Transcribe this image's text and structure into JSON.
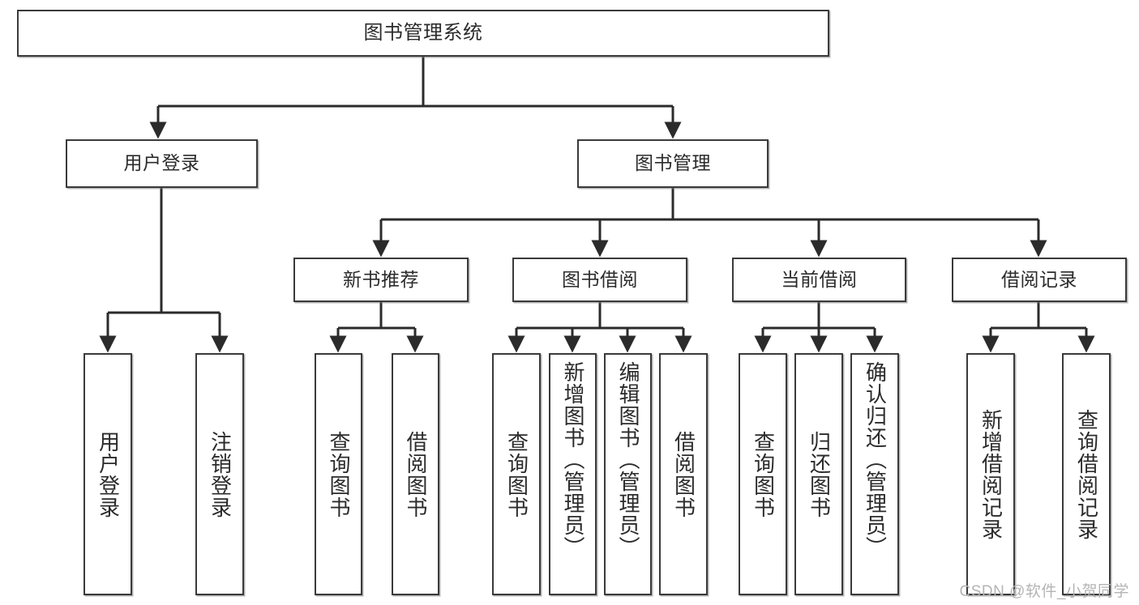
{
  "diagram": {
    "title": "图书管理系统",
    "type": "tree-hierarchy-diagram",
    "watermark": "CSDN @软件_小贺同学",
    "colors": {
      "background": "#ffffff",
      "box_border": "#3a3a3a",
      "box_fill": "#ffffff",
      "connector": "#2b2b2b",
      "text": "#2b2b2b",
      "watermark": "#b4b4b4"
    },
    "levels": {
      "root": "图书管理系统",
      "level1": [
        "用户登录",
        "图书管理"
      ],
      "level2": [
        "新书推荐",
        "图书借阅",
        "当前借阅",
        "借阅记录"
      ]
    },
    "nodes": {
      "root": {
        "label": "图书管理系统"
      },
      "user_login": {
        "label": "用户登录"
      },
      "book_manage": {
        "label": "图书管理"
      },
      "new_book_rec": {
        "label": "新书推荐"
      },
      "book_borrow": {
        "label": "图书借阅"
      },
      "current_borrow": {
        "label": "当前借阅"
      },
      "borrow_record": {
        "label": "借阅记录"
      },
      "leaf_user_login": {
        "label": "用户登录"
      },
      "leaf_logout": {
        "label": "注销登录"
      },
      "leaf_query_book_1": {
        "label": "查询图书"
      },
      "leaf_borrow_book_1": {
        "label": "借阅图书"
      },
      "leaf_query_book_2": {
        "label": "查询图书"
      },
      "leaf_add_book_admin": {
        "label": "新增图书（管理员）"
      },
      "leaf_edit_book_admin": {
        "label": "编辑图书（管理员）"
      },
      "leaf_borrow_book_2": {
        "label": "借阅图书"
      },
      "leaf_query_book_3": {
        "label": "查询图书"
      },
      "leaf_return_book": {
        "label": "归还图书"
      },
      "leaf_confirm_return_admin": {
        "label": "确认归还（管理员）"
      },
      "leaf_add_borrow_record": {
        "label": "新增借阅记录"
      },
      "leaf_query_borrow_record": {
        "label": "查询借阅记录"
      }
    },
    "edges": [
      {
        "from": "root",
        "to": "user_login"
      },
      {
        "from": "root",
        "to": "book_manage"
      },
      {
        "from": "user_login",
        "to": "leaf_user_login"
      },
      {
        "from": "user_login",
        "to": "leaf_logout"
      },
      {
        "from": "book_manage",
        "to": "new_book_rec"
      },
      {
        "from": "book_manage",
        "to": "book_borrow"
      },
      {
        "from": "book_manage",
        "to": "current_borrow"
      },
      {
        "from": "book_manage",
        "to": "borrow_record"
      },
      {
        "from": "new_book_rec",
        "to": "leaf_query_book_1"
      },
      {
        "from": "new_book_rec",
        "to": "leaf_borrow_book_1"
      },
      {
        "from": "book_borrow",
        "to": "leaf_query_book_2"
      },
      {
        "from": "book_borrow",
        "to": "leaf_add_book_admin"
      },
      {
        "from": "book_borrow",
        "to": "leaf_edit_book_admin"
      },
      {
        "from": "book_borrow",
        "to": "leaf_borrow_book_2"
      },
      {
        "from": "current_borrow",
        "to": "leaf_query_book_3"
      },
      {
        "from": "current_borrow",
        "to": "leaf_return_book"
      },
      {
        "from": "current_borrow",
        "to": "leaf_confirm_return_admin"
      },
      {
        "from": "borrow_record",
        "to": "leaf_add_borrow_record"
      },
      {
        "from": "borrow_record",
        "to": "leaf_query_borrow_record"
      }
    ]
  }
}
